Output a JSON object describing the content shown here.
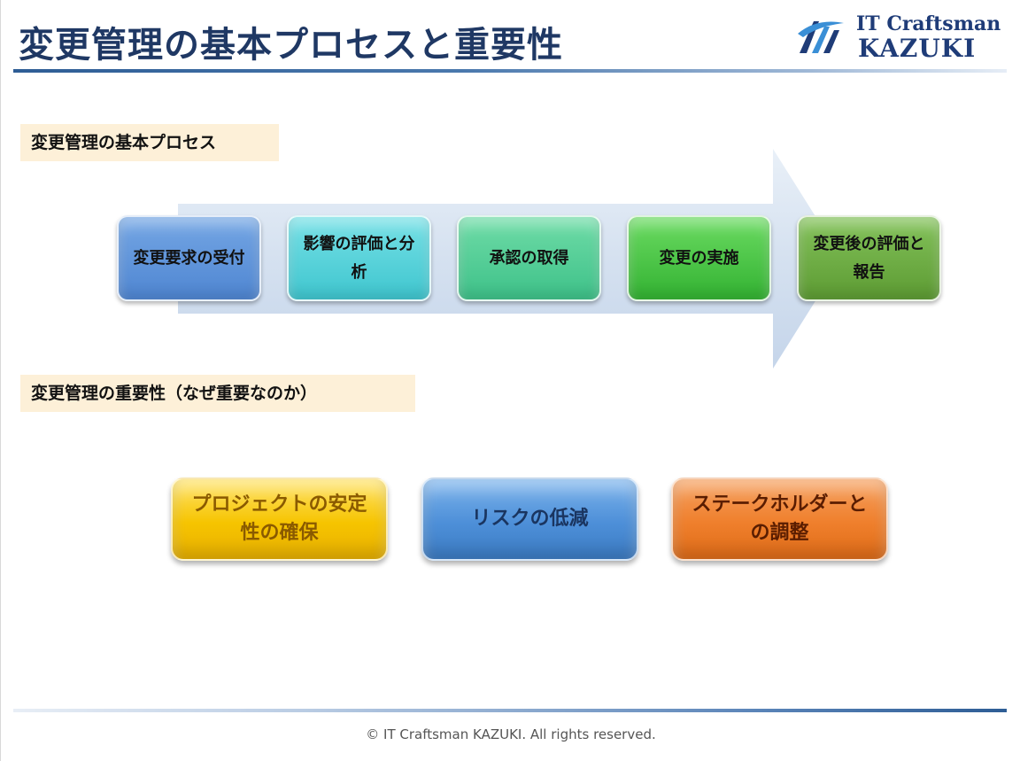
{
  "page": {
    "title": "変更管理の基本プロセスと重要性"
  },
  "logo": {
    "line1": "IT Craftsman",
    "line2": "KAZUKI"
  },
  "process": {
    "heading": "変更管理の基本プロセス",
    "steps": [
      {
        "label": "変更要求の受付",
        "color": "#5b90d8"
      },
      {
        "label": "影響の評価と分析",
        "color": "#4ccdd5"
      },
      {
        "label": "承認の取得",
        "color": "#4cc894"
      },
      {
        "label": "変更の実施",
        "color": "#3cbc3a"
      },
      {
        "label": "変更後の評価と報告",
        "color": "#6aa63f"
      }
    ]
  },
  "importance": {
    "heading": "変更管理の重要性（なぜ重要なのか）",
    "items": [
      {
        "label": "プロジェクトの安定性の確保",
        "color": "#f6c400"
      },
      {
        "label": "リスクの低減",
        "color": "#4d8fd8"
      },
      {
        "label": "ステークホルダーとの調整",
        "color": "#ef7f2c"
      }
    ]
  },
  "footer": {
    "copyright": "© IT Craftsman KAZUKI. All rights reserved."
  },
  "colors": {
    "title": "#1f3864",
    "section_label_bg": "#fdf0d8",
    "arrow": "#dbe6f3"
  }
}
